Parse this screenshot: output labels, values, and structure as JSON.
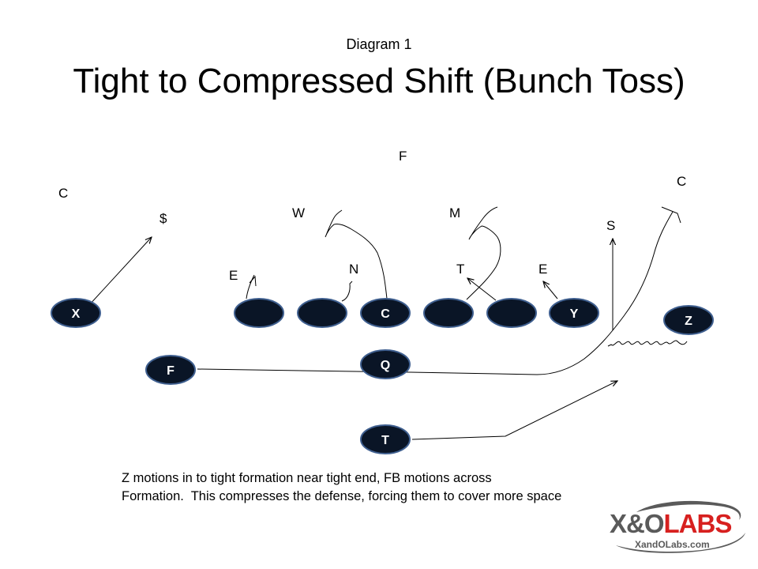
{
  "header": {
    "subtitle": "Diagram 1",
    "title": "Tight to Compressed Shift (Bunch Toss)"
  },
  "defense": {
    "free_safety": "F",
    "left_corner": "C",
    "right_corner": "C",
    "dollar": "$",
    "will": "W",
    "mike": "M",
    "strong_safety": "S",
    "left_end": "E",
    "nose": "N",
    "tackle": "T",
    "right_end": "E"
  },
  "offense": {
    "x": "X",
    "center": "C",
    "y": "Y",
    "z": "Z",
    "qb": "Q",
    "fb": "F",
    "tb": "T"
  },
  "caption": {
    "line1": "Z motions in to tight formation near tight end, FB motions across",
    "line2": "Formation.  This compresses the defense, forcing them to cover more space"
  },
  "logo": {
    "brand_prefix": "X&O",
    "brand_suffix": "LABS",
    "url": "XandOLabs.com",
    "colors": {
      "gray": "#5a5a5a",
      "red": "#d7201f"
    }
  },
  "colors": {
    "player_fill": "#0a1526",
    "player_stroke": "#3f5f8f"
  }
}
